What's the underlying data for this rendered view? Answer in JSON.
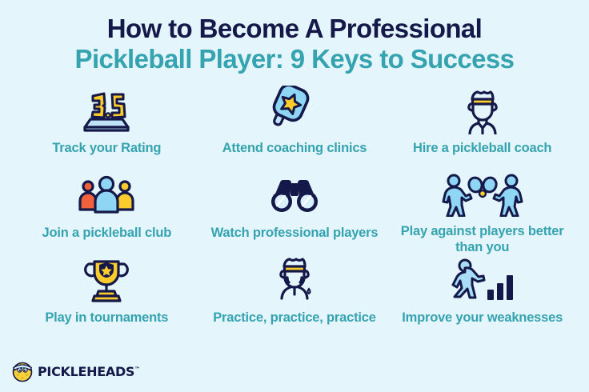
{
  "colors": {
    "background": "#e4f5fb",
    "title_dark": "#15194a",
    "title_teal": "#35a3b0",
    "label_teal": "#35a3b0",
    "icon_navy": "#15194a",
    "icon_yellow": "#fbcc2b",
    "icon_lightblue": "#a8ddf5",
    "icon_orange": "#f0613c"
  },
  "title": {
    "line1": "How to Become A Professional",
    "line2": "Pickleball Player: 9 Keys to Success"
  },
  "items": [
    {
      "icon": "rating-3-5-icon",
      "label": "Track your Rating"
    },
    {
      "icon": "paddle-star-icon",
      "label": "Attend coaching clinics"
    },
    {
      "icon": "coach-person-icon",
      "label": "Hire a pickleball coach"
    },
    {
      "icon": "people-group-icon",
      "label": "Join a pickleball club"
    },
    {
      "icon": "binoculars-icon",
      "label": "Watch professional players"
    },
    {
      "icon": "two-players-icon",
      "label": "Play against players better than you"
    },
    {
      "icon": "trophy-icon",
      "label": "Play in tournaments"
    },
    {
      "icon": "sweating-player-icon",
      "label": "Practice, practice, practice"
    },
    {
      "icon": "runner-bar-chart-icon",
      "label": "Improve your weaknesses"
    }
  ],
  "rating_value": "3.5",
  "logo": {
    "name": "PICKLEHEADS",
    "trademark": "™"
  }
}
